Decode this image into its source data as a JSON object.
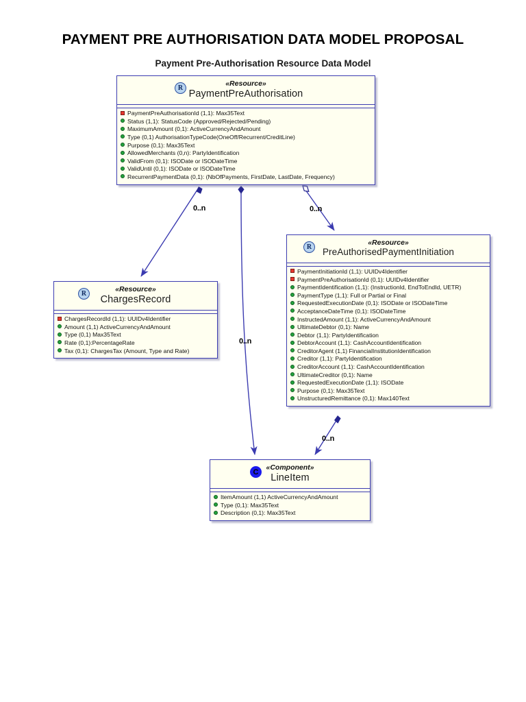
{
  "document": {
    "title": "PAYMENT PRE AUTHORISATION  DATA MODEL PROPOSAL",
    "diagram_title": "Payment Pre-Authorisation Resource Data Model"
  },
  "colors": {
    "box_fill": "#FFFFF0",
    "box_border": "#3B3BB0",
    "connector": "#3B3BB0",
    "key_attribute_marker": "#E8382E",
    "attribute_marker": "#25A33C",
    "resource_badge_fill": "#B8D4EF",
    "component_badge_fill": "#1A1AEE"
  },
  "classes": [
    {
      "id": "payment-pre-authorisation",
      "badge": "resource-badge-icon",
      "badge_letter": "R",
      "stereotype": "«Resource»",
      "name": "PaymentPreAuthorisation",
      "attributes": [
        {
          "marker": "key",
          "text": "PaymentPreAuthorisationId (1,1): Max35Text"
        },
        {
          "marker": "plain",
          "text": "Status (1,1): StatusCode (Approved/Rejected/Pending)"
        },
        {
          "marker": "plain",
          "text": "MaximumAmount (0,1): ActiveCurrencyAndAmount"
        },
        {
          "marker": "plain",
          "text": "Type (0,1)  AuthorisationTypeCode(OneOff/Recurrent/CreditLine)"
        },
        {
          "marker": "plain",
          "text": "Purpose (0,1): Max35Text"
        },
        {
          "marker": "plain",
          "text": "AllowedMerchants (0,n): PartyIdentification"
        },
        {
          "marker": "plain",
          "text": "ValidFrom (0,1): ISODate or ISODateTime"
        },
        {
          "marker": "plain",
          "text": "ValidUntil (0,1): ISODate or ISODateTime"
        },
        {
          "marker": "plain",
          "text": "RecurrentPaymentData (0,1): (NbOfPayments, FirstDate, LastDate, Frequency)"
        }
      ]
    },
    {
      "id": "charges-record",
      "badge": "resource-badge-icon",
      "badge_letter": "R",
      "stereotype": "«Resource»",
      "name": "ChargesRecord",
      "attributes": [
        {
          "marker": "key",
          "text": "ChargesRecordId (1,1): UUIDv4Identifier"
        },
        {
          "marker": "plain",
          "text": "Amount (1,1)  ActiveCurrencyAndAmount"
        },
        {
          "marker": "plain",
          "text": "Type (0,1)  Max35Text"
        },
        {
          "marker": "plain",
          "text": "Rate (0,1):PercentageRate"
        },
        {
          "marker": "plain",
          "text": "Tax (0,1): ChargesTax (Amount, Type and Rate)"
        }
      ]
    },
    {
      "id": "pre-authorised-payment-initiation",
      "badge": "resource-badge-icon",
      "badge_letter": "R",
      "stereotype": "«Resource»",
      "name": "PreAuthorisedPaymentInitiation",
      "attributes": [
        {
          "marker": "key",
          "text": "PaymentInitiationId (1,1): UUIDv4Identifier"
        },
        {
          "marker": "key",
          "text": "PaymentPreAuthorisationId  (0,1): UUIDv4Identifier"
        },
        {
          "marker": "plain",
          "text": "PaymentIdentification (1,1): (InstructionId, EndToEndId, UETR)"
        },
        {
          "marker": "plain",
          "text": "PaymentType (1,1): Full or Partial or Final"
        },
        {
          "marker": "plain",
          "text": "RequestedExecutionDate (0,1): ISODate or ISODateTime"
        },
        {
          "marker": "plain",
          "text": "AcceptanceDateTime (0,1): ISODateTime"
        },
        {
          "marker": "plain",
          "text": "InstructedAmount (1,1): ActiveCurrencyAndAmount"
        },
        {
          "marker": "plain",
          "text": "UltimateDebtor (0,1): Name"
        },
        {
          "marker": "plain",
          "text": "Debtor (1,1): PartyIdentification"
        },
        {
          "marker": "plain",
          "text": "DebtorAccount (1,1): CashAccountIdentification"
        },
        {
          "marker": "plain",
          "text": "CreditorAgent (1,1)  FinancialInstitutionIdentification"
        },
        {
          "marker": "plain",
          "text": "Creditor (1,1): PartyIdentification"
        },
        {
          "marker": "plain",
          "text": "CreditorAccount (1,1): CashAccountIdentification"
        },
        {
          "marker": "plain",
          "text": "UltimateCreditor (0,1): Name"
        },
        {
          "marker": "plain",
          "text": "RequestedExecutionDate (1,1): ISODate"
        },
        {
          "marker": "plain",
          "text": "Purpose (0,1): Max35Text"
        },
        {
          "marker": "plain",
          "text": "UnstructuredRemittance (0,1): Max140Text"
        }
      ]
    },
    {
      "id": "line-item",
      "badge": "component-badge-icon",
      "badge_letter": "C",
      "stereotype": "«Component»",
      "name": "LineItem",
      "attributes": [
        {
          "marker": "plain",
          "text": "ItemAmount (1,1)  ActiveCurrencyAndAmount"
        },
        {
          "marker": "plain",
          "text": "Type (0,1): Max35Text"
        },
        {
          "marker": "plain",
          "text": "Description (0,1): Max35Text"
        }
      ]
    }
  ],
  "relationships": [
    {
      "id": "ppa-to-chargesrecord",
      "from": "payment-pre-authorisation",
      "to": "charges-record",
      "multiplicity": "0..n",
      "end_marker": "filled-diamond"
    },
    {
      "id": "ppa-to-lineitem",
      "from": "payment-pre-authorisation",
      "to": "line-item",
      "multiplicity": "0..n",
      "end_marker": "filled-diamond"
    },
    {
      "id": "ppa-to-preauthinit",
      "from": "payment-pre-authorisation",
      "to": "pre-authorised-payment-initiation",
      "multiplicity": "0..n",
      "end_marker": "open-diamond"
    },
    {
      "id": "preauthinit-to-lineitem",
      "from": "pre-authorised-payment-initiation",
      "to": "line-item",
      "multiplicity": "0..n",
      "end_marker": "filled-diamond"
    }
  ]
}
